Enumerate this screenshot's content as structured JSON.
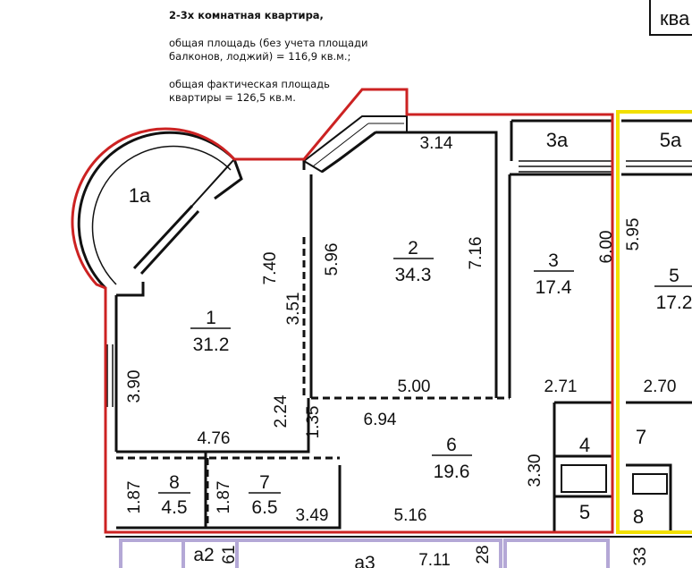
{
  "info": {
    "title": "2-3х комнатная квартира,",
    "area_line1": "общая площадь (без учета площади",
    "area_line2": "балконов, лоджий) = 116,9 кв.м.;",
    "actual_line1": "общая фактическая площадь",
    "actual_line2": "квартиры = 126,5 кв.м."
  },
  "corner_label": "ква",
  "rooms": [
    {
      "id": "1",
      "num": "1",
      "area": "31.2"
    },
    {
      "id": "2",
      "num": "2",
      "area": "34.3"
    },
    {
      "id": "3",
      "num": "3",
      "area": "17.4"
    },
    {
      "id": "5",
      "num": "5",
      "area": "17.2"
    },
    {
      "id": "6",
      "num": "6",
      "area": "19.6"
    },
    {
      "id": "7",
      "num": "7",
      "area": "6.5"
    },
    {
      "id": "8",
      "num": "8",
      "area": "4.5"
    }
  ],
  "labels": {
    "balcony_1a": "1а",
    "balcony_3a": "3а",
    "balcony_5a": "5а",
    "room4": "4",
    "room5_small": "5",
    "room7_right": "7",
    "room8_right": "8",
    "a2": "а2",
    "a3": "а3"
  },
  "dims": {
    "d314": "3.14",
    "d740": "7.40",
    "d596": "5.96",
    "d716": "7.16",
    "d600": "6.00",
    "d595": "5.95",
    "d351": "3.51",
    "d390": "3.90",
    "d500": "5.00",
    "d271": "2.71",
    "d270": "2.70",
    "d224": "2.24",
    "d135": "1.35",
    "d694": "6.94",
    "d476": "4.76",
    "d187a": "1.87",
    "d187b": "1.87",
    "d349": "3.49",
    "d516": "5.16",
    "d330": "3.30",
    "d711": "7.11",
    "d61": "61",
    "d28": "28",
    "d33": "33"
  },
  "colors": {
    "outline_red": "#cc2222",
    "outline_yellow": "#f2e000",
    "outline_purple": "#b4a8d6",
    "wall": "#111111"
  }
}
